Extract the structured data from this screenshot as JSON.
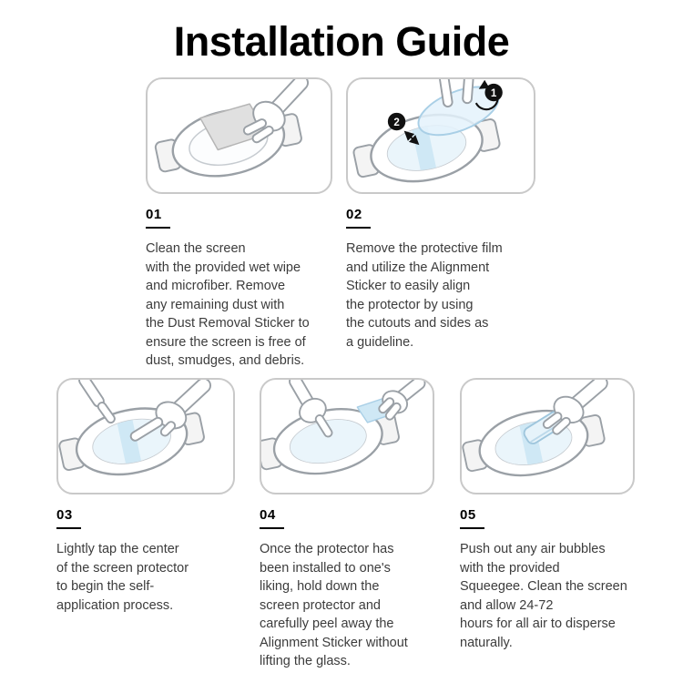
{
  "title": "Installation Guide",
  "colors": {
    "protector_blue": "#cfe8f5",
    "film_blue": "#e4f2fb",
    "line_gray": "#9aa0a6",
    "panel_border": "#c9c9c9",
    "badge_black": "#111111"
  },
  "steps": [
    {
      "number": "01",
      "illustration": "wipe-screen-with-cloth-icon",
      "text": "Clean the screen\nwith the provided wet wipe\nand microfiber. Remove\nany remaining dust with\nthe Dust Removal Sticker to\nensure the screen is free of\ndust, smudges, and debris."
    },
    {
      "number": "02",
      "illustration": "peel-film-alignment-sticker-icon",
      "badges": [
        "1",
        "2"
      ],
      "text": "Remove the protective film\nand utilize the Alignment\nSticker to easily align\nthe protector by using\nthe cutouts and sides as\na guideline."
    },
    {
      "number": "03",
      "illustration": "tap-center-icon",
      "text": "Lightly tap the center\nof the screen protector\nto begin the self-\napplication process."
    },
    {
      "number": "04",
      "illustration": "peel-away-alignment-sticker-icon",
      "text": "Once the protector has\nbeen installed to one's\nliking, hold down the\nscreen protector and\ncarefully peel away the\nAlignment Sticker without\nlifting the glass."
    },
    {
      "number": "05",
      "illustration": "squeegee-air-bubbles-icon",
      "text": "Push out any air bubbles\nwith the provided\nSqueegee. Clean the screen\nand allow 24-72\nhours for all air to disperse\nnaturally."
    }
  ]
}
